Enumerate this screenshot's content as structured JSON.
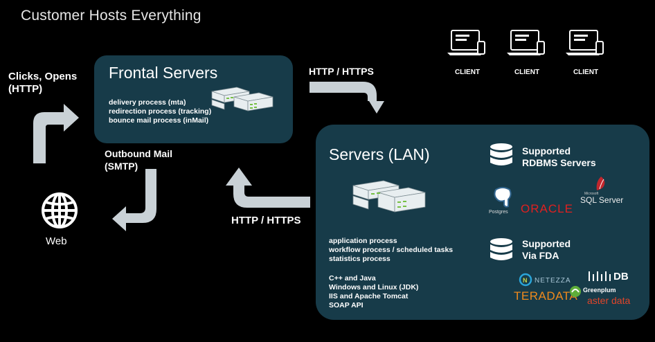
{
  "title": "Customer Hosts Everything",
  "frontal": {
    "title": "Frontal Servers",
    "processes": [
      "delivery process (mta)",
      "redirection process (tracking)",
      "bounce mail process (inMail)"
    ]
  },
  "lan": {
    "title": "Servers (LAN)",
    "processes": [
      "application process",
      "workflow process / scheduled tasks",
      "statistics process"
    ],
    "tech": [
      "C++ and Java",
      "Windows and Linux (JDK)",
      "IIS and Apache Tomcat",
      "SOAP API"
    ],
    "rdbms": {
      "line1": "Supported",
      "line2": "RDBMS Servers"
    },
    "fda": {
      "line1": "Supported",
      "line2": "Via FDA"
    }
  },
  "labels": {
    "clicks_line1": "Clicks, Opens",
    "clicks_line2": "(HTTP)",
    "outbound_line1": "Outbound Mail",
    "outbound_line2": "(SMTP)",
    "http_top": "HTTP / HTTPS",
    "http_bottom": "HTTP / HTTPS",
    "web": "Web"
  },
  "clients": [
    "CLIENT",
    "CLIENT",
    "CLIENT"
  ],
  "logos": {
    "postgres": "Postgres",
    "oracle": "ORACLE",
    "sqlserver_small": "Microsoft",
    "sqlserver": "SQL Server",
    "netezza": "NETEZZA",
    "teradata": "TERADATA",
    "infinidb": "DB",
    "greenplum": "Greenplum",
    "aster": "aster data"
  },
  "colors": {
    "box": "#173b49",
    "arrow": "#c9d1d6",
    "oracle": "#e02020",
    "teradata": "#f08a1c",
    "aster": "#e0452a"
  }
}
